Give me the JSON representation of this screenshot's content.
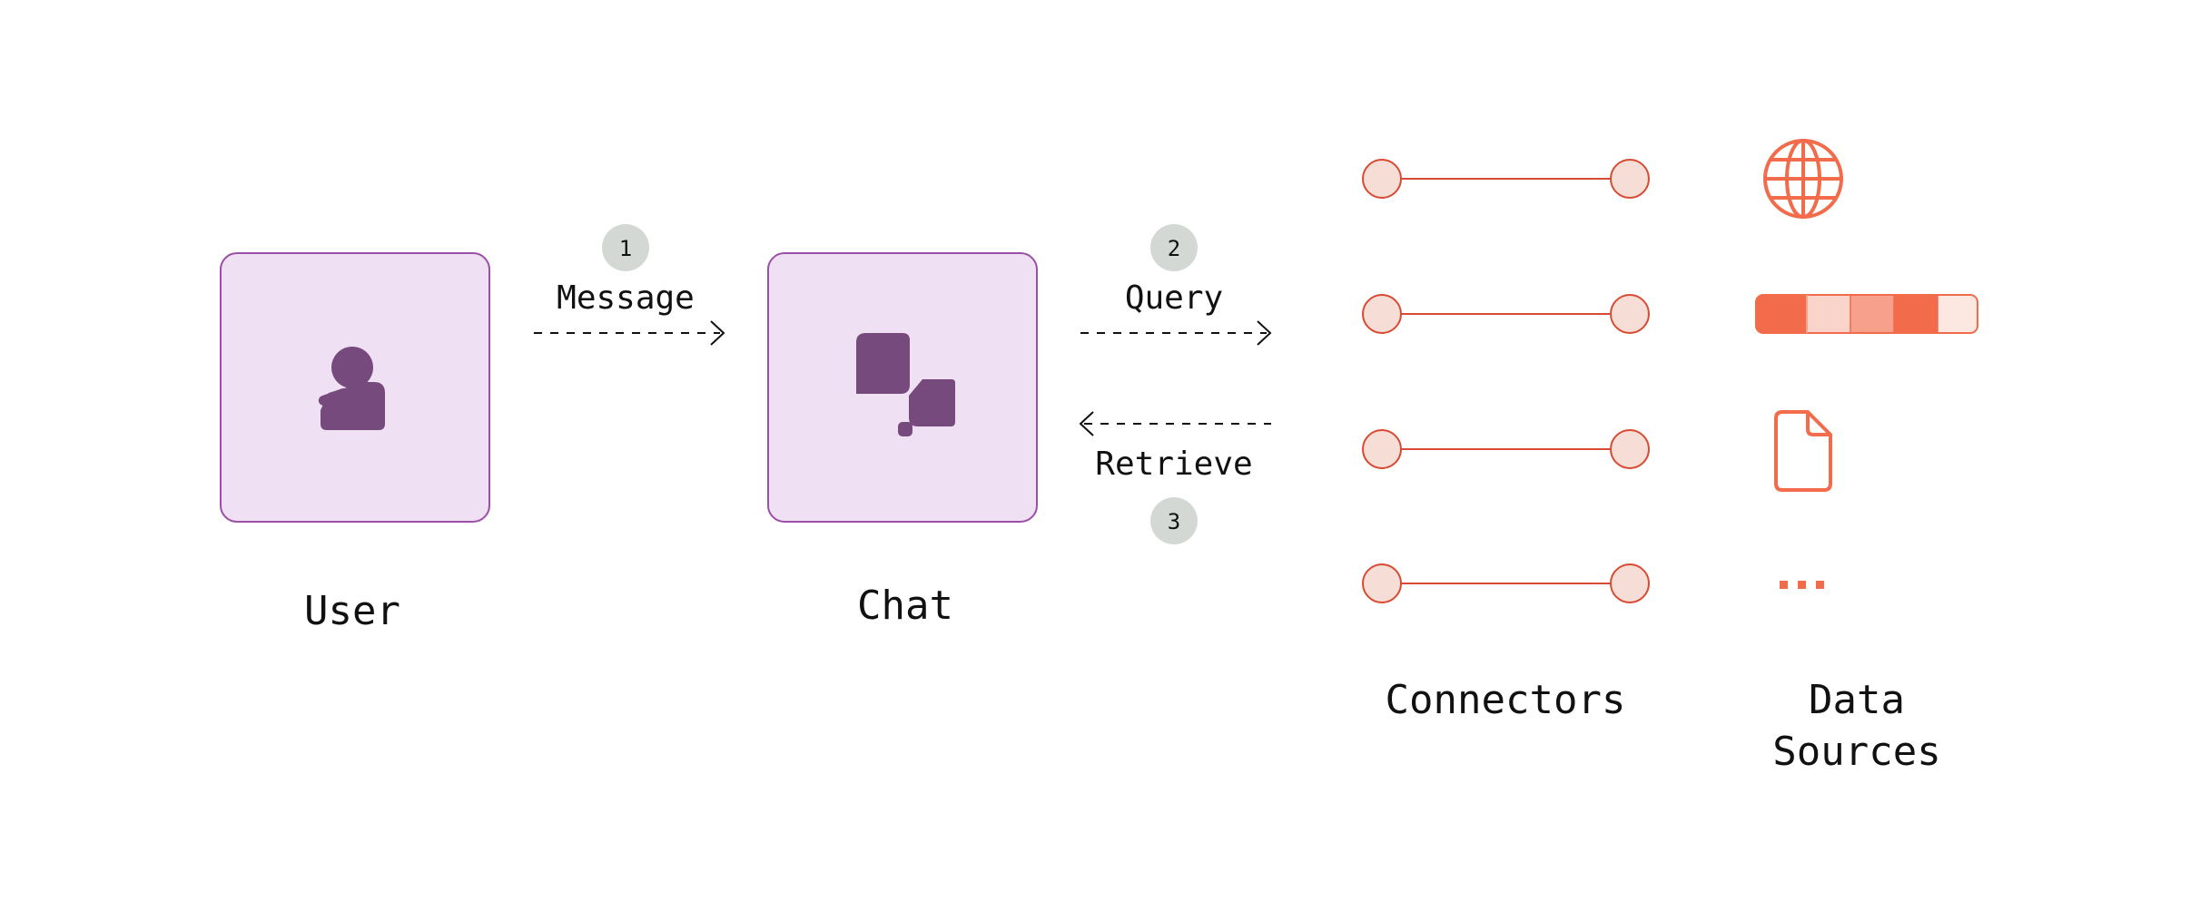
{
  "nodes": {
    "user": {
      "label": "User"
    },
    "chat": {
      "label": "Chat"
    },
    "connectors": {
      "label": "Connectors"
    },
    "data_sources": {
      "label_line1": "Data",
      "label_line2": "Sources"
    }
  },
  "steps": [
    {
      "number": "1",
      "label": "Message"
    },
    {
      "number": "2",
      "label": "Query"
    },
    {
      "number": "3",
      "label": "Retrieve"
    }
  ],
  "data_source_icons": [
    "globe-icon",
    "table-strip-icon",
    "document-icon",
    "ellipsis-icon"
  ],
  "colors": {
    "box_fill": "#f0e0f3",
    "box_stroke": "#9b4fa8",
    "icon_purple": "#764a7c",
    "badge_fill": "#d3d8d5",
    "coral": "#f26b4a",
    "connector_line": "#d94a33",
    "connector_dot_fill": "#f6ddd6"
  }
}
